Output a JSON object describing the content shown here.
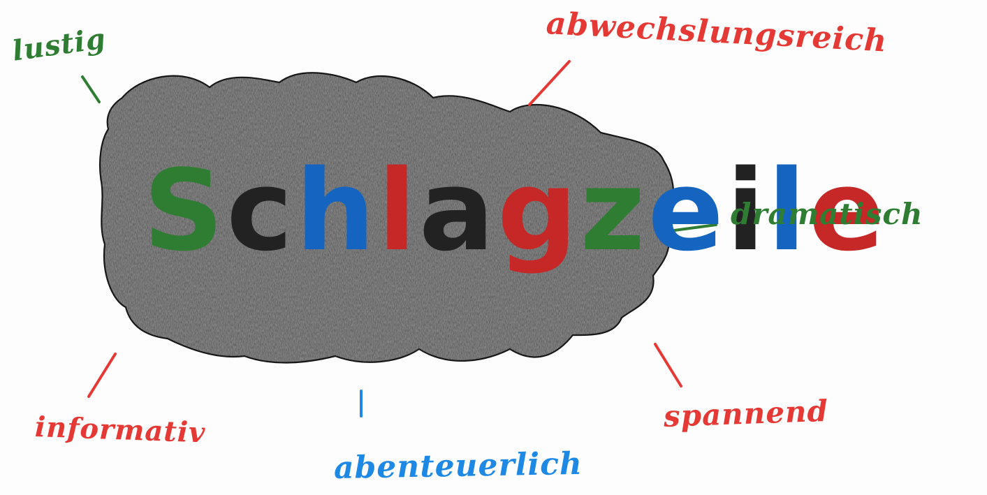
{
  "headline": {
    "letters": [
      {
        "char": "S",
        "color": "#2e7d32"
      },
      {
        "char": "c",
        "color": "#222222"
      },
      {
        "char": "h",
        "color": "#1565c0"
      },
      {
        "char": "l",
        "color": "#c62828"
      },
      {
        "char": "a",
        "color": "#222222"
      },
      {
        "char": "g",
        "color": "#c62828"
      },
      {
        "char": "z",
        "color": "#2e7d32"
      },
      {
        "char": "e",
        "color": "#1565c0"
      },
      {
        "char": "i",
        "color": "#222222"
      },
      {
        "char": "l",
        "color": "#1565c0"
      },
      {
        "char": "e",
        "color": "#c62828"
      }
    ]
  },
  "words": {
    "lustig": "lustig",
    "abwechslungsreich": "abwechslungsreich",
    "dramatisch": "dramatisch",
    "spannend": "spannend",
    "abenteuerlich": "abenteuerlich",
    "informativ": "informativ"
  },
  "colors": {
    "green": "#2e7d32",
    "red": "#e53935",
    "blue": "#1e88e5",
    "cloud_fill": "#8a8a8a",
    "cloud_outline": "#222222"
  }
}
